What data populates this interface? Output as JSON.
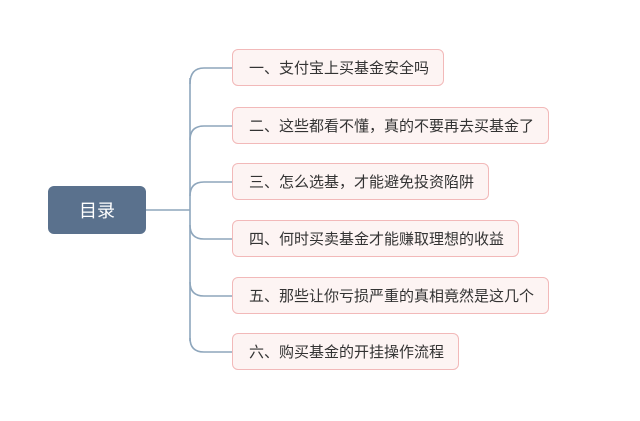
{
  "root": {
    "label": "目录"
  },
  "colors": {
    "root_fill": "#5a718d",
    "child_fill": "#fdf4f3",
    "child_border": "#f2b9b9",
    "connector": "#8ea6bc"
  },
  "items": [
    {
      "label": "一、支付宝上买基金安全吗"
    },
    {
      "label": "二、这些都看不懂，真的不要再去买基金了"
    },
    {
      "label": "三、怎么选基，才能避免投资陷阱"
    },
    {
      "label": "四、何时买卖基金才能赚取理想的收益"
    },
    {
      "label": "五、那些让你亏损严重的真相竟然是这几个"
    },
    {
      "label": "六、购买基金的开挂操作流程"
    }
  ]
}
